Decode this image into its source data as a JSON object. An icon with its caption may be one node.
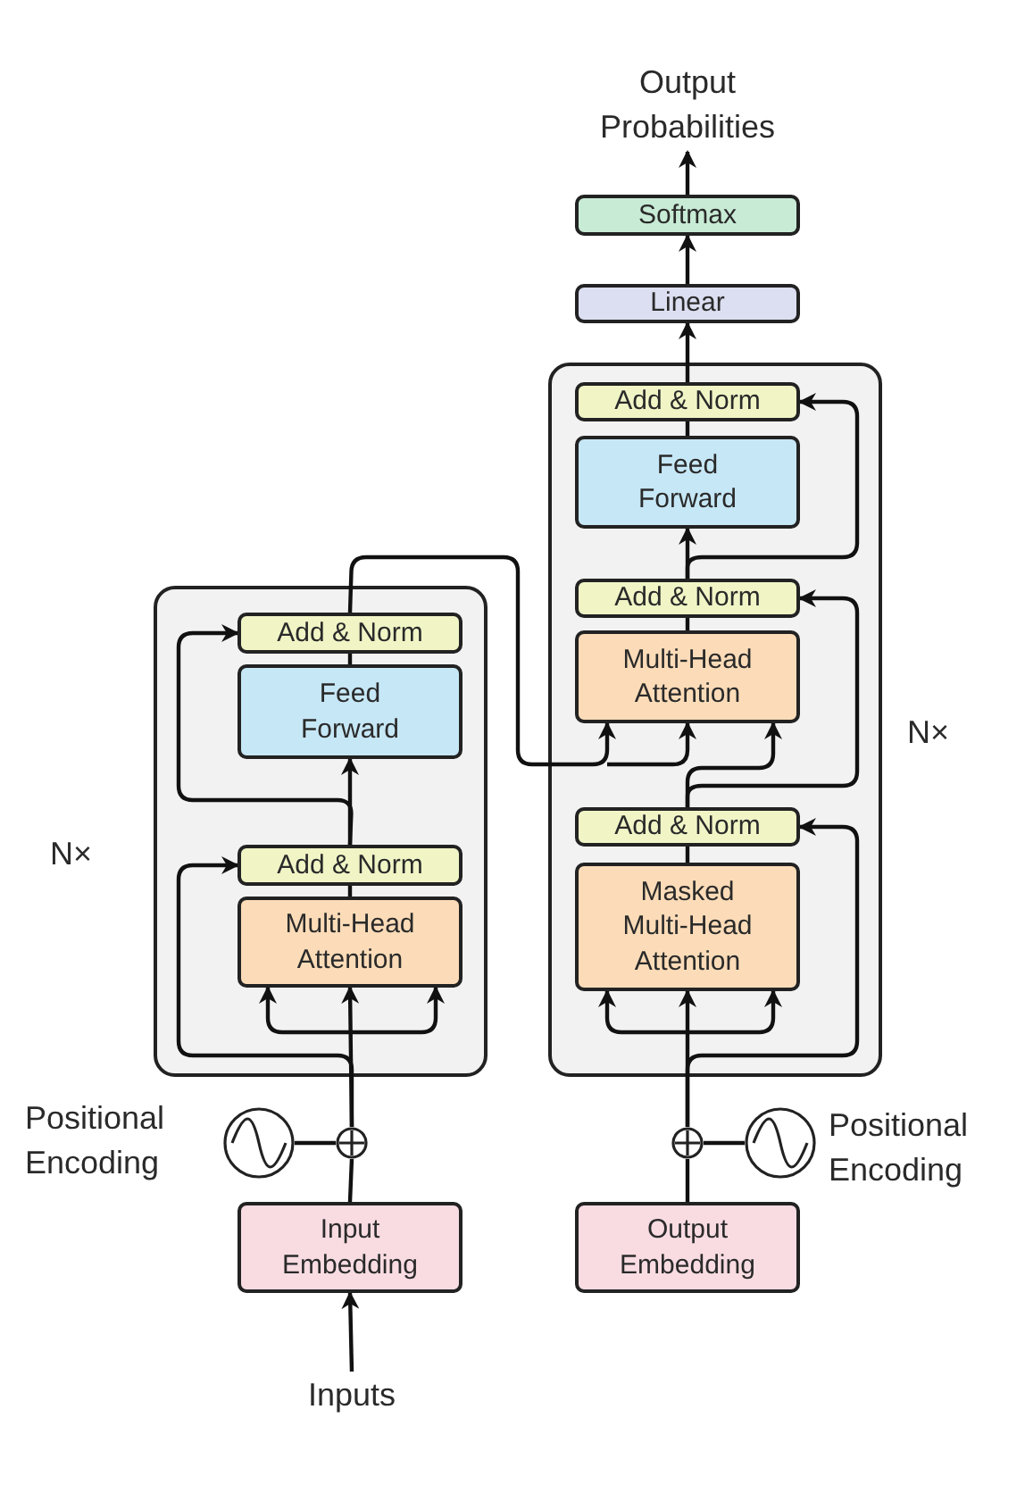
{
  "diagram": {
    "nodes": [
      {
        "text": [],
        "shape": "box",
        "beside": [
          "N×"
        ]
      },
      {
        "text": [
          "Add & Norm"
        ],
        "in": 0
      },
      {
        "text": [
          "Feed Forward"
        ],
        "in": 0
      },
      {
        "text": [
          "Add & Norm"
        ],
        "in": 0
      },
      {
        "text": [
          "Multi-Head Attention"
        ],
        "in": 0
      },
      {
        "text": [],
        "shape": "box",
        "beside": [
          "N×"
        ]
      },
      {
        "text": [
          "Add & Norm"
        ],
        "in": 5
      },
      {
        "text": [
          "Feed Forward"
        ],
        "in": 5
      },
      {
        "text": [
          "Add & Norm"
        ],
        "in": 5
      },
      {
        "text": [
          "Multi-Head Attention"
        ],
        "in": 5
      },
      {
        "text": [
          "Add & Norm"
        ],
        "in": 5
      },
      {
        "text": [
          "Masked Multi-Head Attention"
        ],
        "in": 5
      },
      {
        "text": [
          "Linear"
        ]
      },
      {
        "text": [
          "Softmax"
        ]
      },
      {
        "text": [
          "Output Probabilities"
        ]
      },
      {
        "text": [
          "Input Embedding"
        ]
      },
      {
        "text": [
          "Output Embedding"
        ]
      },
      {
        "text": [
          "Inputs"
        ]
      },
      {
        "text": [],
        "shape": "circle"
      },
      {
        "text": [],
        "shape": "circle",
        "beside": [
          "Positional Encoding"
        ]
      },
      {
        "text": [],
        "shape": "circle"
      },
      {
        "text": [],
        "shape": "circle",
        "beside": [
          "Positional Encoding"
        ]
      }
    ],
    "edges": [
      {
        "from": 17,
        "to": 15,
        "arrow": "to"
      },
      {
        "from": 15,
        "to": 18,
        "arrow": "none"
      },
      {
        "from": 19,
        "to": 18,
        "arrow": "none"
      },
      {
        "from": 18,
        "to": 4,
        "arrow": "to"
      },
      {
        "from": 18,
        "to": 3,
        "arrow": "to"
      },
      {
        "from": 4,
        "to": 3,
        "arrow": "none"
      },
      {
        "from": 3,
        "to": 2,
        "arrow": "to"
      },
      {
        "from": 3,
        "to": 1,
        "arrow": "to"
      },
      {
        "from": 2,
        "to": 1,
        "arrow": "none"
      },
      {
        "from": 1,
        "to": 9,
        "arrow": "to"
      },
      {
        "from": 20,
        "to": 11,
        "arrow": "to"
      },
      {
        "from": 20,
        "to": 10,
        "arrow": "to"
      },
      {
        "from": 11,
        "to": 10,
        "arrow": "none"
      },
      {
        "from": 10,
        "to": 9,
        "arrow": "to"
      },
      {
        "from": 10,
        "to": 8,
        "arrow": "to"
      },
      {
        "from": 9,
        "to": 8,
        "arrow": "none"
      },
      {
        "from": 8,
        "to": 7,
        "arrow": "to"
      },
      {
        "from": 8,
        "to": 6,
        "arrow": "to"
      },
      {
        "from": 7,
        "to": 6,
        "arrow": "none"
      },
      {
        "from": 6,
        "to": 12,
        "arrow": "to"
      },
      {
        "from": 12,
        "to": 13,
        "arrow": "to"
      },
      {
        "from": 13,
        "to": 14,
        "arrow": "to"
      },
      {
        "from": 16,
        "to": 20,
        "arrow": "none"
      },
      {
        "from": 21,
        "to": 20,
        "arrow": "none"
      }
    ]
  }
}
